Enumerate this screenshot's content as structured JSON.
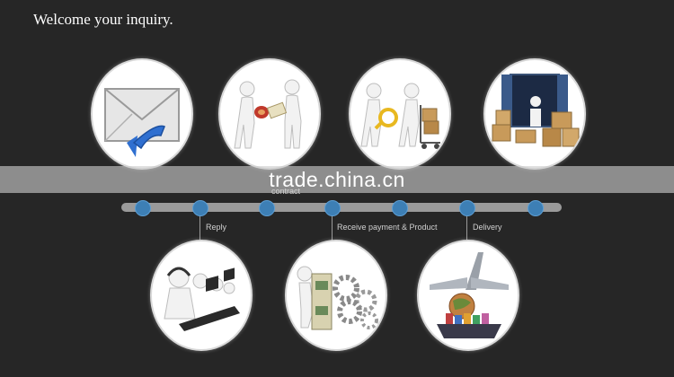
{
  "header": {
    "title": "Welcome your inquiry."
  },
  "watermark": {
    "text": "trade.china.cn"
  },
  "timeline": {
    "labels": {
      "reply": "Reply",
      "contract": "contract",
      "payment": "Receive payment & Product",
      "delivery": "Delivery"
    }
  },
  "colors": {
    "background": "#262626",
    "accent": "#3d7fb5",
    "bar": "#9a9a9a"
  },
  "icons": {
    "top": [
      "envelope-reply-icon",
      "handshake-figures-icon",
      "magnifier-cart-icon",
      "shipping-container-icon"
    ],
    "bottom": [
      "support-headset-icon",
      "money-gears-icon",
      "plane-globe-ship-icon"
    ]
  }
}
